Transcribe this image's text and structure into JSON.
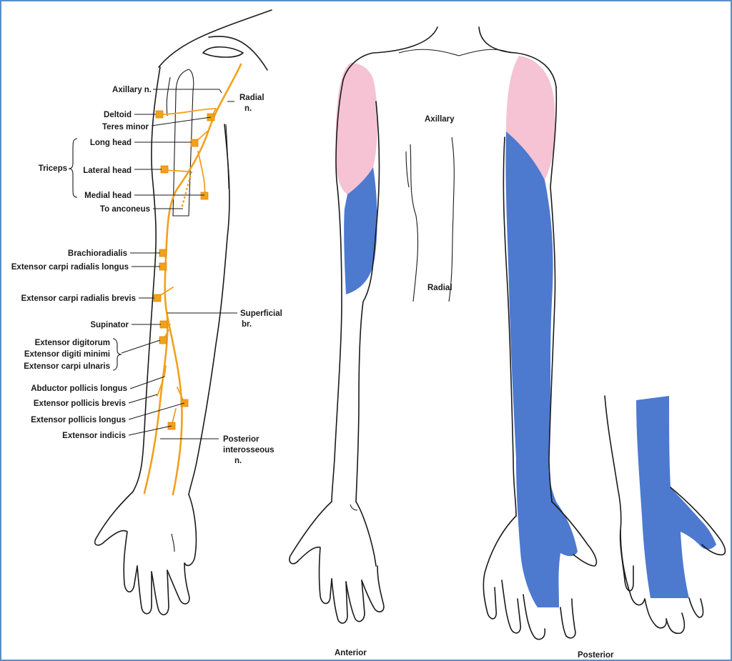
{
  "colors": {
    "nerve": "#f2a01e",
    "axillary_area": "#f5c3d3",
    "radial_area": "#4d79cf",
    "outline": "#1a1a1a",
    "border": "#5b8fc7"
  },
  "left_diagram": {
    "nerve_labels": {
      "axillary": "Axillary n.",
      "radial": "Radial\nn.",
      "superficial": "Superficial\nbr.",
      "posterior_interosseous": "Posterior\ninterosseous\nn."
    },
    "triceps_group": "Triceps",
    "muscles": [
      "Deltoid",
      "Teres minor",
      "Long head",
      "Lateral head",
      "Medial head",
      "To anconeus",
      "Brachioradialis",
      "Extensor carpi radialis longus",
      "Extensor carpi radialis brevis",
      "Supinator",
      "Extensor digitorum",
      "Extensor digiti minimi",
      "Extensor carpi ulnaris",
      "Abductor pollicis longus",
      "Extensor pollicis brevis",
      "Extensor pollicis longus",
      "Extensor indicis"
    ]
  },
  "right_diagram": {
    "region_labels": {
      "axillary": "Axillary",
      "radial": "Radial"
    },
    "view_labels": {
      "anterior": "Anterior",
      "posterior": "Posterior"
    }
  }
}
